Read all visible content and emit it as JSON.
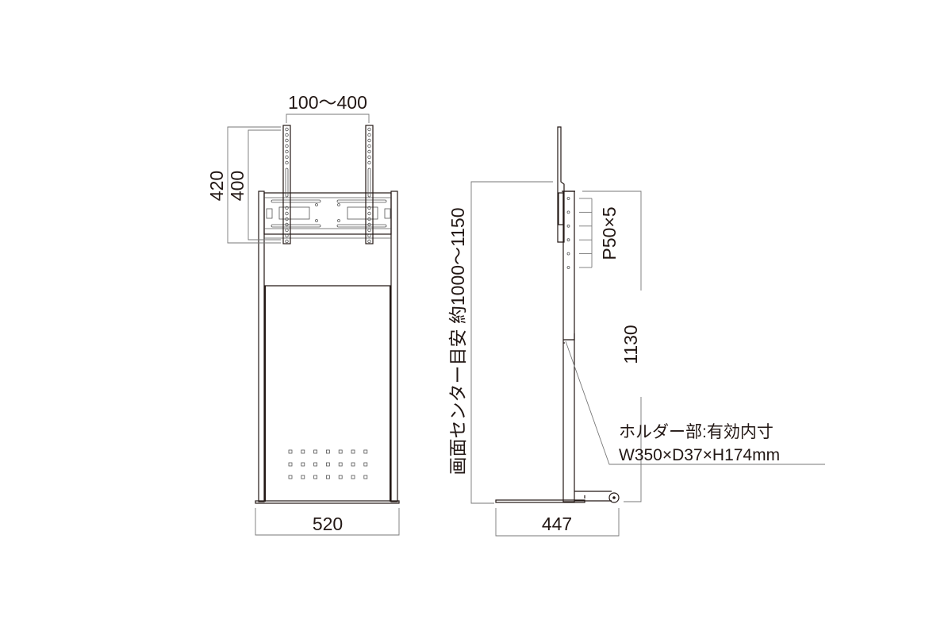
{
  "front_view": {
    "vesa_width_label": "100～400",
    "height_outer_label": "420",
    "height_inner_label": "400",
    "width_label": "520"
  },
  "side_view": {
    "pitch_label": "P50×5",
    "screen_center_label": "画面センター目安 約1000～1150",
    "height_label": "1130",
    "depth_label": "447",
    "holder_note_line1": "ホルダー部:有効内寸",
    "holder_note_line2": "W350×D37×H174mm"
  }
}
